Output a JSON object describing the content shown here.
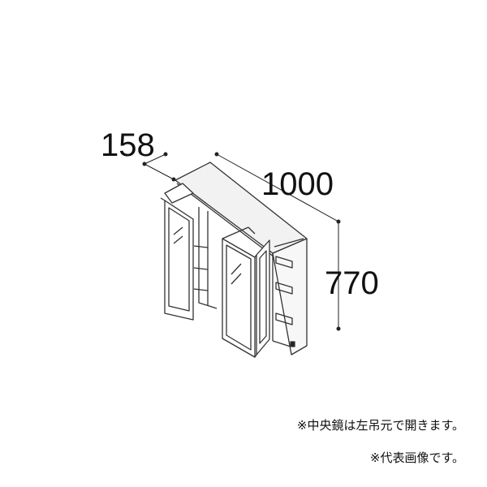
{
  "dimensions": {
    "depth": "158",
    "width": "1000",
    "height": "770"
  },
  "notes": {
    "line1": "※中央鏡は左吊元で開きます。",
    "line2": "※代表画像です。"
  }
}
